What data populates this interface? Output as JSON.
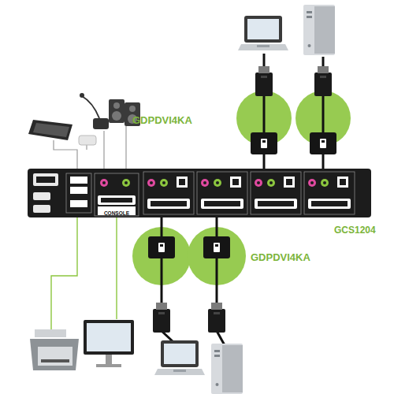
{
  "diagram": {
    "labels": [
      "GDPDVI4KA",
      "CONSOLE",
      "GCS1204",
      "GDPDVI4KA"
    ]
  }
}
